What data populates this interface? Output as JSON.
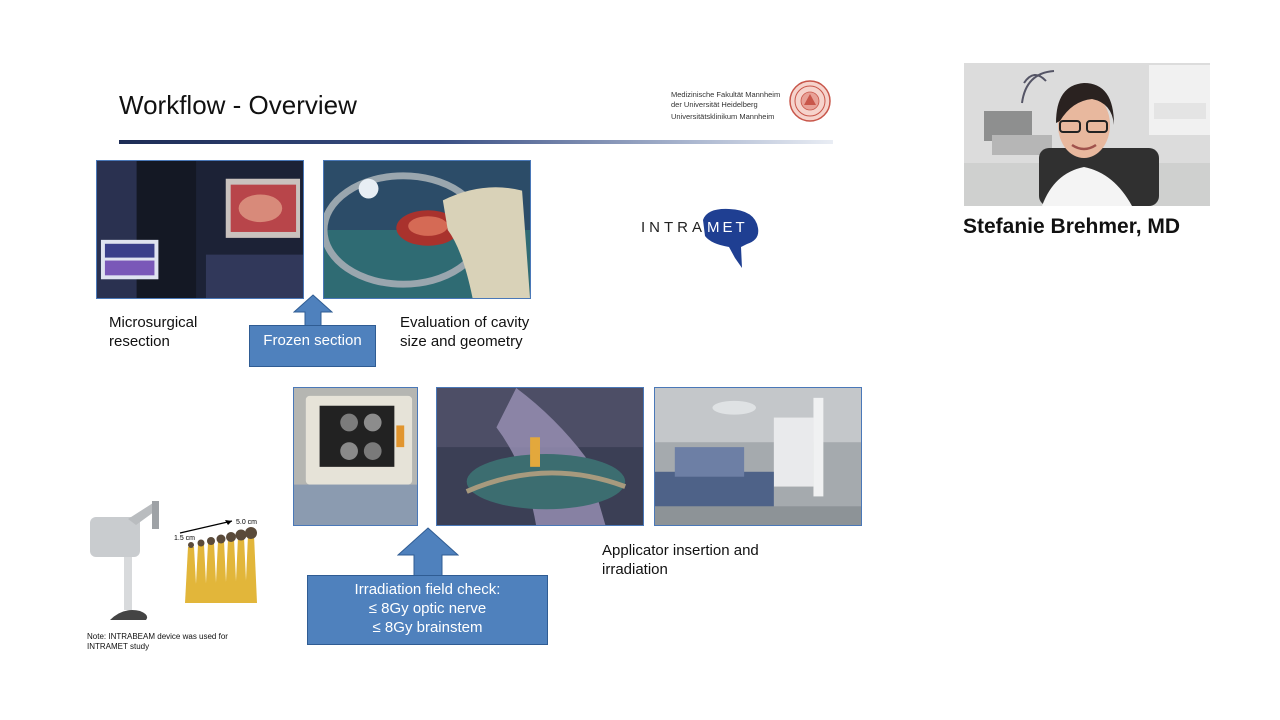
{
  "slide": {
    "title": "Workflow - Overview",
    "institution_lines": [
      "Medizinische Fakultät Mannheim",
      "der Universität Heidelberg",
      "Universitätsklinikum Mannheim"
    ],
    "captions": {
      "resection": [
        "Microsurgical",
        "resection"
      ],
      "evaluation": [
        "Evaluation of cavity",
        "size and geometry"
      ],
      "applicator": [
        "Applicator insertion and",
        "irradiation"
      ]
    },
    "frozen_section": "Frozen section",
    "irradiation_check": [
      "Irradiation field check:",
      "≤ 8Gy optic nerve",
      "≤ 8Gy brainstem"
    ],
    "logo_text": {
      "left": "INTRA",
      "right": "MET"
    },
    "device_labels": {
      "small": "1.5 cm",
      "large": "5.0 cm"
    },
    "note": [
      "Note: INTRABEAM device was used for",
      "INTRAMET study"
    ],
    "colors": {
      "box_blue": "#4f81bd",
      "photo_border": "#4a78b8",
      "rule_dark": "#1d2c55"
    }
  },
  "speaker": {
    "name": "Stefanie Brehmer, MD"
  }
}
